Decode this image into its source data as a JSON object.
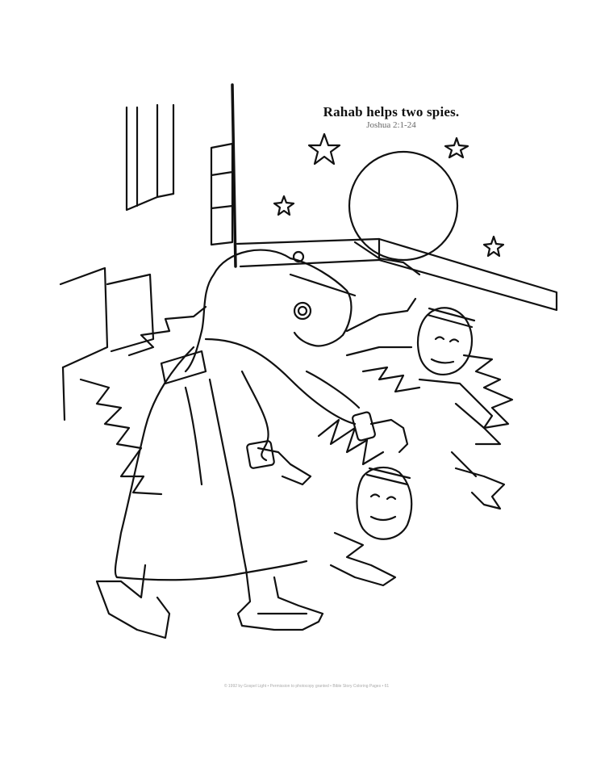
{
  "title": "Rahab helps two spies.",
  "reference": "Joshua 2:1-24",
  "footer": "© 1992 by Gospel Light • Permission to photocopy granted • Bible Story Coloring Pages • 61",
  "colors": {
    "ink": "#111111",
    "background": "#ffffff"
  }
}
